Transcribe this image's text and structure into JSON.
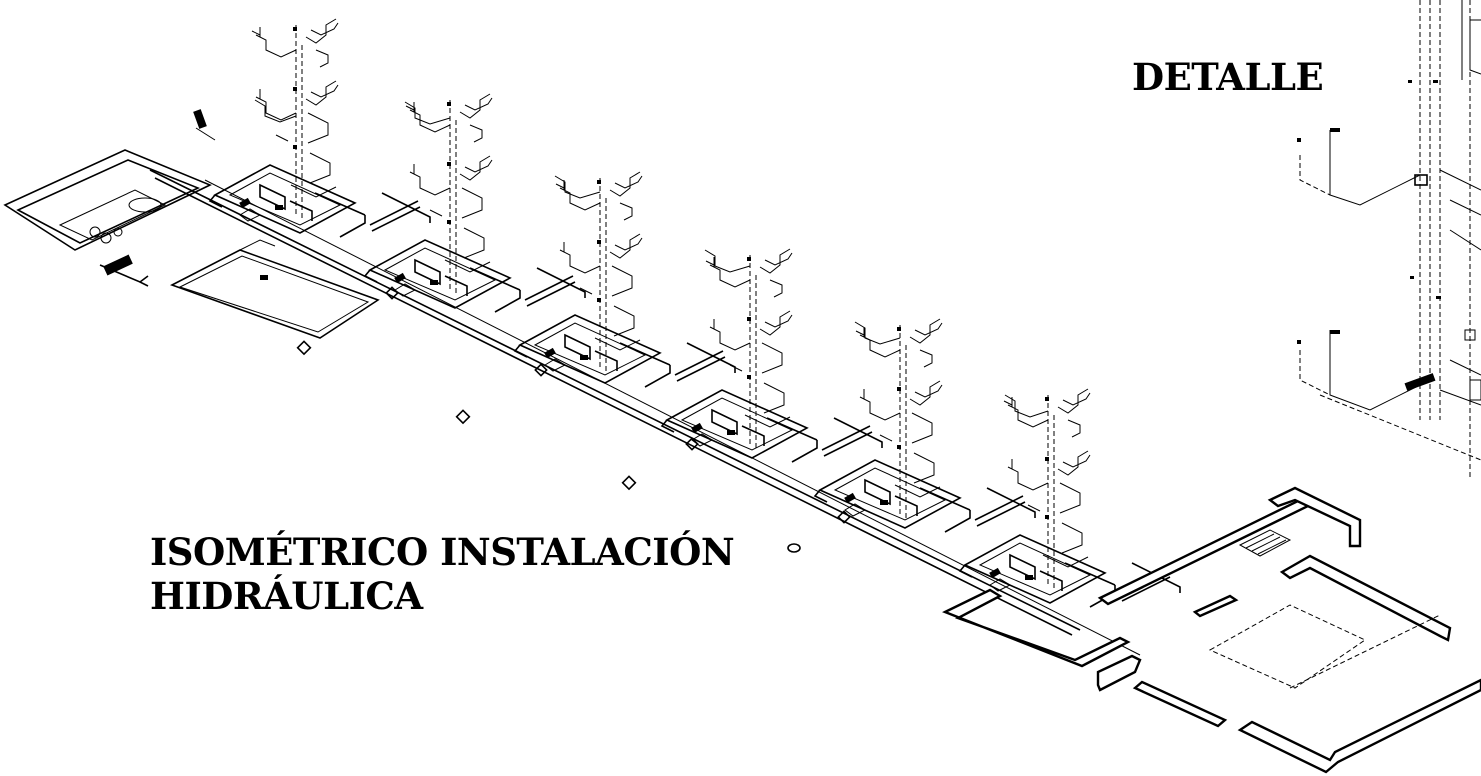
{
  "drawing": {
    "main_title_line1": "ISOMÉTRICO INSTALACIÓN",
    "main_title_line2": "HIDRÁULICA",
    "detail_title": "DETALLE"
  },
  "colors": {
    "line": "#000000",
    "background": "#ffffff"
  }
}
